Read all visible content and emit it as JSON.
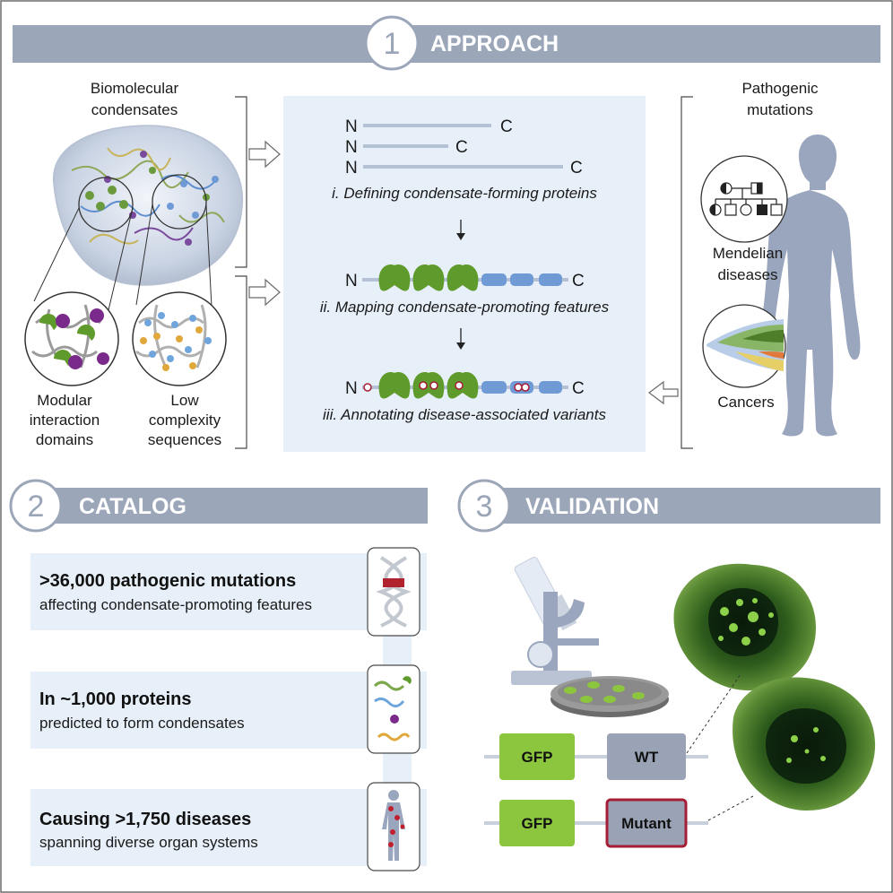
{
  "approach": {
    "number": "1",
    "title": "APPROACH",
    "left_heading": [
      "Biomolecular",
      "condensates"
    ],
    "left_labels": {
      "modular": [
        "Modular",
        "interaction",
        "domains"
      ],
      "low_complexity": [
        "Low",
        "complexity",
        "sequences"
      ]
    },
    "right_heading": [
      "Pathogenic",
      "mutations"
    ],
    "right_labels": {
      "mendelian": [
        "Mendelian",
        "diseases"
      ],
      "cancers": "Cancers"
    },
    "termini": {
      "n": "N",
      "c": "C"
    },
    "steps": [
      "i. Defining condensate-forming proteins",
      "ii. Mapping condensate-promoting features",
      "iii. Annotating disease-associated variants"
    ]
  },
  "catalog": {
    "number": "2",
    "title": "CATALOG",
    "items": [
      {
        "headline": ">36,000 pathogenic mutations",
        "detail": "affecting condensate-promoting features",
        "icon": "dna-icon"
      },
      {
        "headline": "In ~1,000 proteins",
        "detail": "predicted to form condensates",
        "icon": "proteins-icon"
      },
      {
        "headline": "Causing >1,750 diseases",
        "detail": "spanning diverse organ systems",
        "icon": "human-body-icon"
      }
    ]
  },
  "validation": {
    "number": "3",
    "title": "VALIDATION",
    "constructs": [
      {
        "tag": "GFP",
        "variant": "WT"
      },
      {
        "tag": "GFP",
        "variant": "Mutant"
      }
    ]
  },
  "colors": {
    "header_bar": "#9ba6b9",
    "panel": "#e7f0f9",
    "domain_green": "#5f9a2c",
    "segment_blue": "#6f9ad6",
    "gfp_green": "#8cc63f",
    "wt_gray": "#9aa3b5",
    "mutant_red": "#a41e35"
  }
}
